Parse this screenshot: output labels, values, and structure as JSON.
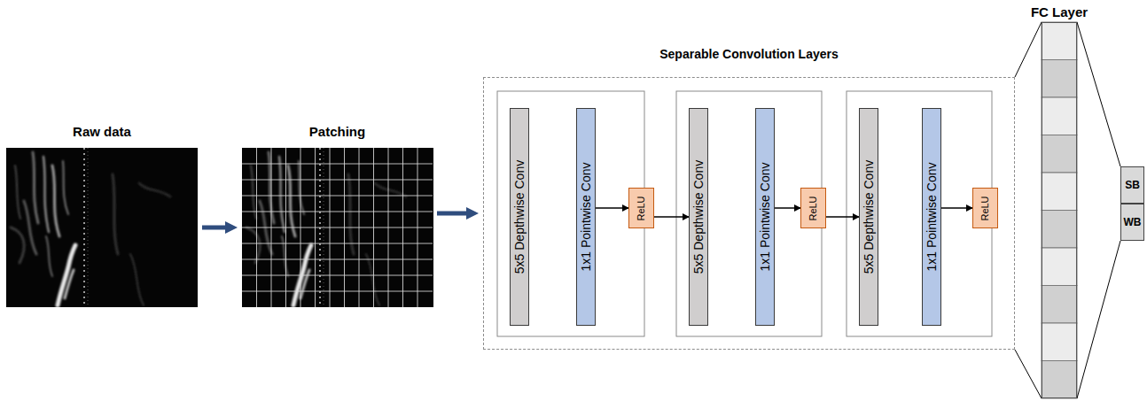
{
  "diagram": {
    "nodes": [
      {
        "text": [
          "Raw data"
        ]
      },
      {
        "text": [
          "Patching"
        ]
      },
      {
        "text": [
          "Separable Convolution Layers"
        ]
      },
      {
        "text": [
          "5x5 Depthwise Conv"
        ],
        "in": 2
      },
      {
        "text": [
          "1x1 Pointwise Conv"
        ],
        "in": 2
      },
      {
        "text": [
          "ReLU"
        ],
        "in": 2
      },
      {
        "text": [
          "5x5 Depthwise Conv"
        ],
        "in": 2
      },
      {
        "text": [
          "1x1 Pointwise Conv"
        ],
        "in": 2
      },
      {
        "text": [
          "ReLU"
        ],
        "in": 2
      },
      {
        "text": [
          "5x5 Depthwise Conv"
        ],
        "in": 2
      },
      {
        "text": [
          "1x1 Pointwise Conv"
        ],
        "in": 2
      },
      {
        "text": [
          "ReLU"
        ],
        "in": 2
      },
      {
        "text": [
          "FC Layer"
        ]
      },
      {
        "text": [
          "SB"
        ]
      },
      {
        "text": [
          "WB"
        ]
      }
    ],
    "edges": [
      {
        "from": 0,
        "to": 1,
        "arrow": "to"
      },
      {
        "from": 1,
        "to": 2,
        "arrow": "to"
      },
      {
        "from": 4,
        "to": 5,
        "arrow": "to"
      },
      {
        "from": 5,
        "to": 6,
        "arrow": "to"
      },
      {
        "from": 7,
        "to": 8,
        "arrow": "to"
      },
      {
        "from": 8,
        "to": 9,
        "arrow": "to"
      },
      {
        "from": 10,
        "to": 11,
        "arrow": "to"
      },
      {
        "from": 2,
        "to": 12,
        "arrow": "none"
      },
      {
        "from": 12,
        "to": 13,
        "arrow": "none"
      },
      {
        "from": 12,
        "to": 14,
        "arrow": "none"
      }
    ]
  }
}
